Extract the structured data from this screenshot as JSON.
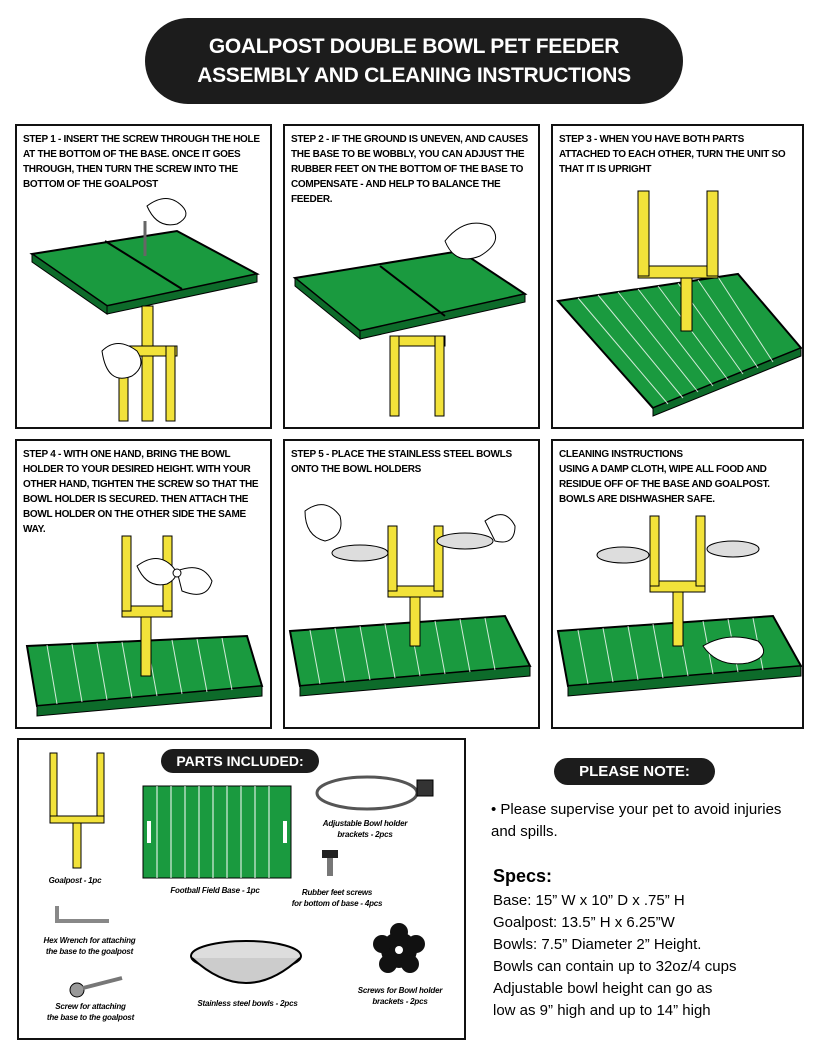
{
  "header": {
    "line1": "GOALPOST DOUBLE BOWL PET FEEDER",
    "line2": "ASSEMBLY AND CLEANING INSTRUCTIONS"
  },
  "steps": [
    {
      "label": "STEP 1",
      "text": " - INSERT THE SCREW THROUGH THE HOLE AT THE BOTTOM OF THE BASE. ONCE IT GOES THROUGH, THEN TURN THE SCREW INTO THE BOTTOM OF THE GOALPOST"
    },
    {
      "label": "STEP 2",
      "text": " - IF THE GROUND IS UNEVEN, AND CAUSES THE BASE TO BE WOBBLY, YOU CAN ADJUST THE RUBBER FEET ON THE BOTTOM OF THE BASE TO COMPENSATE - AND HELP TO BALANCE THE FEEDER."
    },
    {
      "label": "STEP 3",
      "text": " - WHEN YOU HAVE BOTH PARTS ATTACHED TO EACH OTHER, TURN THE UNIT SO THAT IT IS UPRIGHT"
    },
    {
      "label": "STEP 4",
      "text": " - WITH ONE HAND, BRING THE BOWL HOLDER TO YOUR DESIRED HEIGHT. WITH YOUR OTHER HAND, TIGHTEN THE SCREW SO THAT THE BOWL HOLDER IS SECURED. THEN ATTACH THE BOWL HOLDER ON THE OTHER SIDE THE SAME WAY."
    },
    {
      "label": "STEP 5",
      "text": " - PLACE THE STAINLESS STEEL BOWLS ONTO THE BOWL HOLDERS"
    },
    {
      "label": "CLEANING INSTRUCTIONS",
      "text": "USING A DAMP CLOTH, WIPE ALL FOOD AND RESIDUE OFF OF THE BASE AND GOALPOST. BOWLS ARE DISHWASHER SAFE."
    }
  ],
  "parts": {
    "title": "PARTS INCLUDED:",
    "goalpost": "Goalpost - 1pc",
    "field_base": "Football Field Base - 1pc",
    "bowl_holder_line1": "Adjustable Bowl holder",
    "bowl_holder_line2": "brackets - 2pcs",
    "rubber_feet_line1": "Rubber feet screws",
    "rubber_feet_line2": "for bottom of base - 4pcs",
    "hex_wrench_line1": "Hex Wrench for attaching",
    "hex_wrench_line2": "the base to the goalpost",
    "screw_line1": "Screw for attaching",
    "screw_line2": "the base to the goalpost",
    "bowls": "Stainless steel bowls - 2pcs",
    "holder_screws_line1": "Screws for Bowl holder",
    "holder_screws_line2": "brackets - 2pcs"
  },
  "note": {
    "title": "PLEASE NOTE:",
    "bullet": "• Please supervise your pet to avoid injuries and spills.",
    "specs_title": "Specs:",
    "specs": [
      "Base: 15” W x 10” D x .75” H",
      "Goalpost: 13.5” H x 6.25”W",
      "Bowls:  7.5” Diameter 2” Height.",
      "Bowls can contain up to 32oz/4 cups",
      "Adjustable bowl height can go as",
      "low as 9” high and up to 14” high"
    ]
  },
  "colors": {
    "field": "#1a9a3f",
    "field_dark": "#0d6b2a",
    "goalpost": "#f2e23a",
    "dark": "#1c1c1c"
  }
}
